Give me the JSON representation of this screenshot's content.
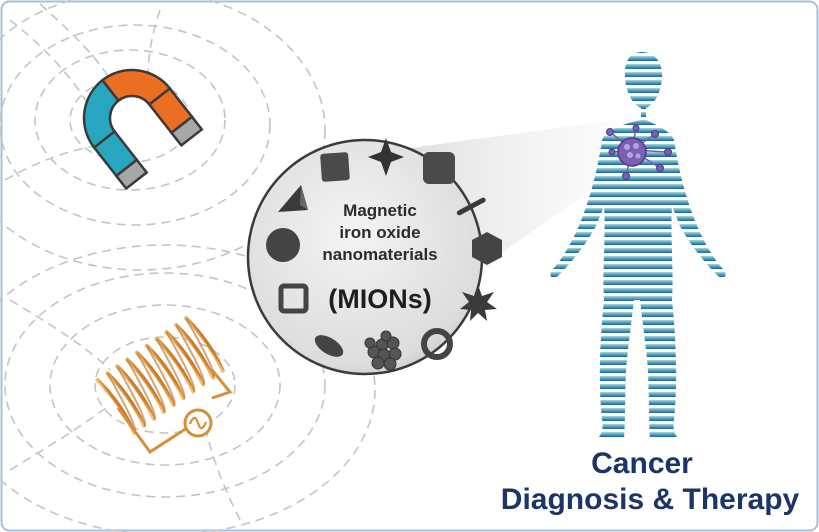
{
  "center_label": {
    "line1": "Magnetic",
    "line2": "iron oxide",
    "line3": "nanomaterials",
    "abbr": "(MIONs)"
  },
  "caption": {
    "line1": "Cancer",
    "line2": "Diagnosis & Therapy"
  },
  "colors": {
    "frame": "#a9bfdc",
    "magnet_teal": "#29a6bf",
    "magnet_orange": "#ea6f22",
    "coil_gold": "#e09a45",
    "body_top": "#a8d8dc",
    "body_bottom": "#1f5fa0",
    "tumor": "#7b5fb3",
    "caption_text": "#1d3566"
  },
  "icons": {
    "magnet": "horseshoe-magnet-icon",
    "coil": "ac-coil-icon",
    "ac_source": "ac-source-icon",
    "tumor": "tumor-icon",
    "human": "human-body-icon"
  }
}
